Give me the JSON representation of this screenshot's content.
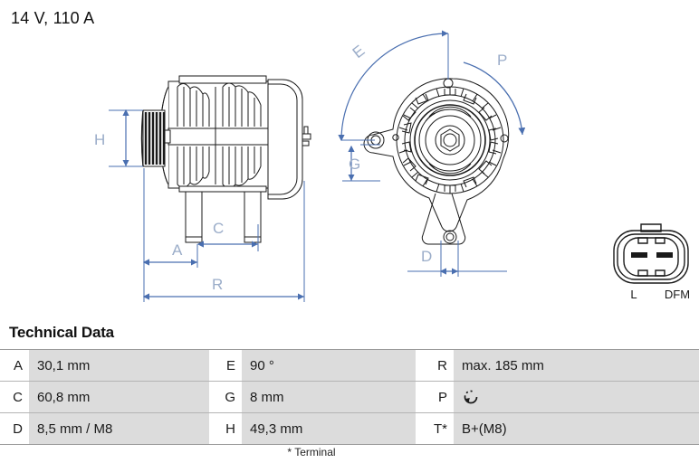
{
  "header": {
    "title": "14 V, 110 A"
  },
  "drawing": {
    "side_view": {
      "name": "alternator-side-view",
      "dimension_labels": [
        "H",
        "A",
        "C",
        "R"
      ]
    },
    "front_view": {
      "name": "alternator-front-view",
      "dimension_labels": [
        "E",
        "G",
        "P",
        "D"
      ]
    },
    "connector": {
      "name": "connector-plug-diagram",
      "pin_labels": [
        "L",
        "DFM"
      ]
    },
    "line_color": "#4a6fb0",
    "label_color": "#9badc9",
    "outline_color": "#1a1a1a"
  },
  "technical_data": {
    "section_title": "Technical Data",
    "rows": [
      {
        "c1_key": "A",
        "c1_value": "30,1 mm",
        "c2_key": "E",
        "c2_value": "90 °",
        "c3_key": "R",
        "c3_value": "max. 185 mm"
      },
      {
        "c1_key": "C",
        "c1_value": "60,8 mm",
        "c2_key": "G",
        "c2_value": "8 mm",
        "c3_key": "P",
        "c3_value": "",
        "c3_icon": "clockwise-rotation-icon"
      },
      {
        "c1_key": "D",
        "c1_value": "8,5 mm / M8",
        "c2_key": "H",
        "c2_value": "49,3 mm",
        "c3_key": "T*",
        "c3_value": "B+(M8)"
      }
    ],
    "footnote": "* Terminal"
  }
}
